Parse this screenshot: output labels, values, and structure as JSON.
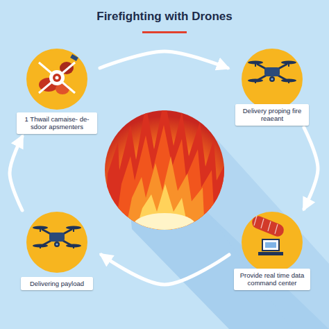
{
  "diagram": {
    "title": "Firefighting with Drones",
    "nodes": [
      {
        "text": [
          "1 Thwail camaise- de-sdoor apsmenters"
        ]
      },
      {
        "text": [
          "Delivery proping fire reaeant"
        ]
      },
      {
        "text": [
          "Provide real time data command center"
        ]
      },
      {
        "text": [
          "Delivering payload"
        ]
      }
    ],
    "edges": [
      {
        "from": 0,
        "to": 1,
        "arrow": "to"
      },
      {
        "from": 1,
        "to": 2,
        "arrow": "to"
      },
      {
        "from": 2,
        "to": 3,
        "arrow": "to"
      },
      {
        "from": 3,
        "to": 0,
        "arrow": "to"
      }
    ]
  }
}
